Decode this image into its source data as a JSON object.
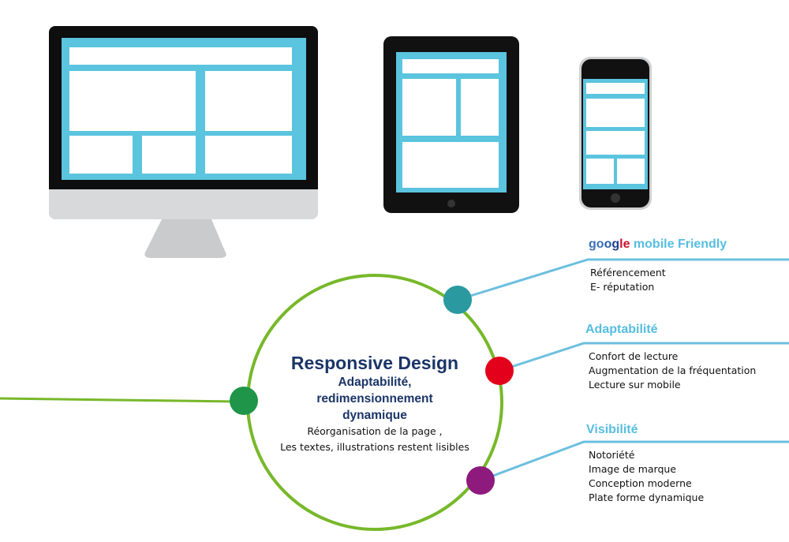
{
  "center": {
    "title": "Responsive Design",
    "subtitle_lines": [
      "Adaptabilité,",
      "redimensionnement",
      "dynamique"
    ],
    "description_lines": [
      "Réorganisation de la page ,",
      "Les textes, illustrations restent lisibles"
    ]
  },
  "branches": [
    {
      "title_brand": "google",
      "title_rest": " mobile Friendly",
      "items": [
        "Référencement",
        "E- réputation"
      ],
      "dot_color": "#2a9aa0"
    },
    {
      "title": "Adaptabilité",
      "items": [
        "Confort de lecture",
        "Augmentation de la fréquentation",
        "Lecture sur mobile"
      ],
      "dot_color": "#e2001a"
    },
    {
      "title": "Visibilité",
      "items": [
        "Notoriété",
        "Image de marque",
        "Conception moderne",
        "Plate forme dynamique"
      ],
      "dot_color": "#8e1a7e"
    }
  ],
  "colors": {
    "circle": "#77b82a",
    "connector": "#6cbfe0",
    "screen": "#5bc4de",
    "left_dot": "#1e9548",
    "heading": "#56bde0",
    "title": "#1b3567"
  }
}
